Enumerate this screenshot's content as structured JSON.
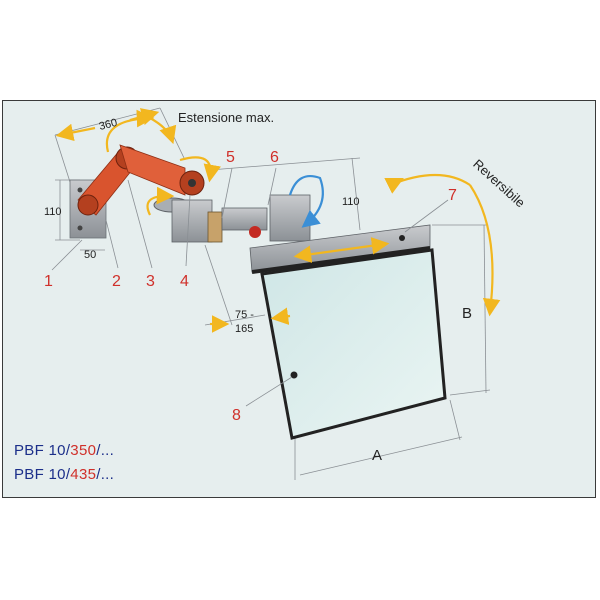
{
  "title": "Estensione max.",
  "reversible_label": "Reversibile",
  "dimensions": {
    "d360": "360",
    "d110_left": "110",
    "d50": "50",
    "d110_right": "110",
    "d75_165_line1": "75 -",
    "d75_165_line2": "165",
    "A": "A",
    "B": "B"
  },
  "parts": [
    "1",
    "2",
    "3",
    "4",
    "5",
    "6",
    "7",
    "8"
  ],
  "models": [
    {
      "prefix": "PBF 10/",
      "size": "350",
      "suffix": "/..."
    },
    {
      "prefix": "PBF 10/",
      "size": "435",
      "suffix": "/..."
    }
  ],
  "colors": {
    "background": "#e6eeee",
    "arm": "#d9542e",
    "number": "#d0302a",
    "model": "#1c2f8a",
    "arrow_yellow": "#f2b71f",
    "arrow_blue": "#3b8fd6",
    "glass": "#d8ecec"
  }
}
